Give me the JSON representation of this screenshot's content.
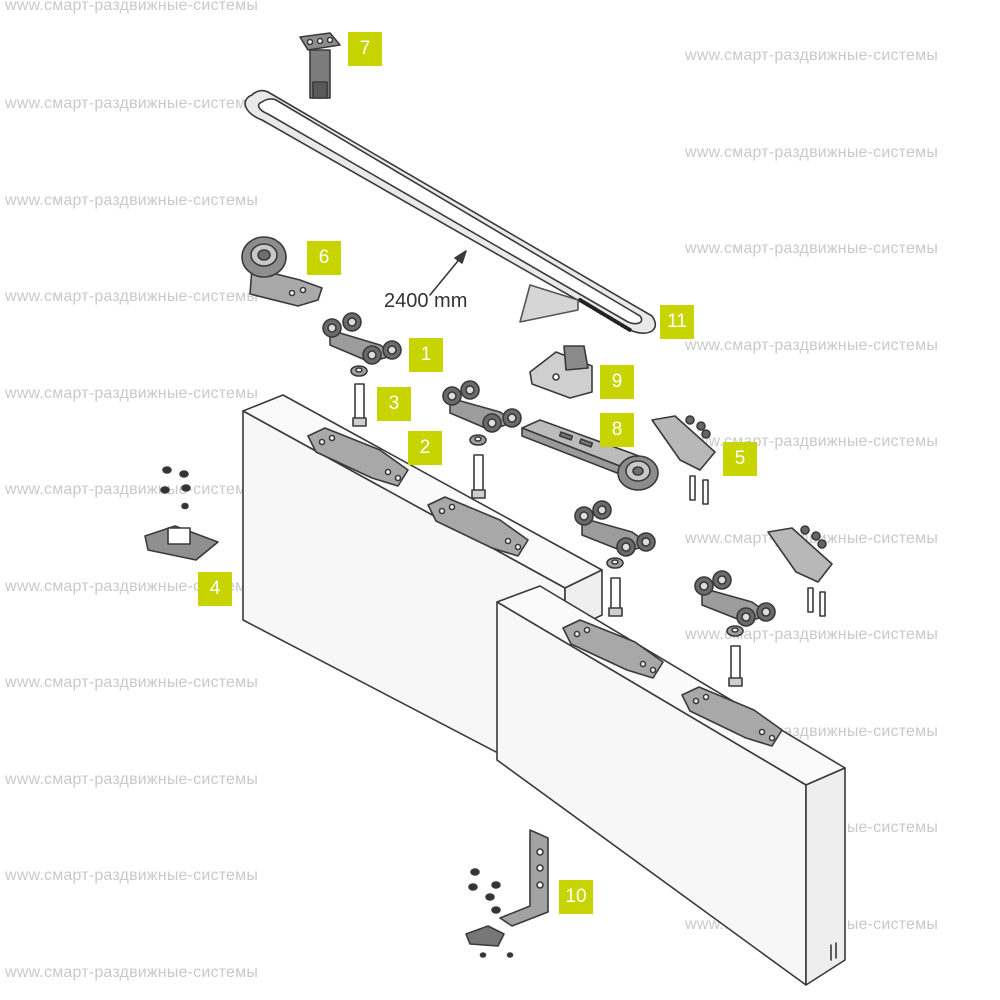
{
  "watermark": "www.смарт-раздвижные-системы",
  "dimension_label": "2400 mm",
  "colors": {
    "tag": "#c8d400",
    "line": "#3a3a3a",
    "part": "#9a9a9a",
    "panel": "#f6f6f6"
  },
  "parts": [
    {
      "number": "1",
      "icon": "carriage-icon"
    },
    {
      "number": "2",
      "icon": "mounting-plate-icon"
    },
    {
      "number": "3",
      "icon": "bolt-icon"
    },
    {
      "number": "4",
      "icon": "floor-guide-icon"
    },
    {
      "number": "5",
      "icon": "stopper-icon"
    },
    {
      "number": "6",
      "icon": "pulley-icon"
    },
    {
      "number": "7",
      "icon": "belt-clamp-icon"
    },
    {
      "number": "8",
      "icon": "pulley-bracket-icon"
    },
    {
      "number": "9",
      "icon": "belt-connector-icon"
    },
    {
      "number": "10",
      "icon": "angle-bracket-icon"
    },
    {
      "number": "11",
      "icon": "toothed-belt-icon"
    }
  ]
}
